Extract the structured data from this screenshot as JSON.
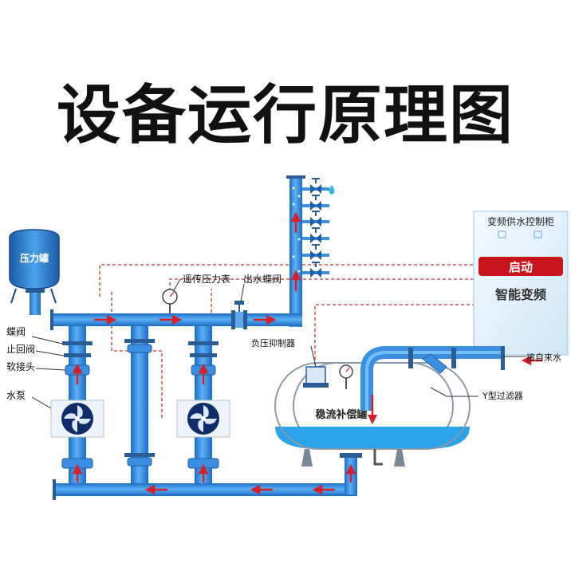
{
  "title": "设备运行原理图",
  "labels": {
    "pressure_tank": "压力罐",
    "remote_gauge": "遥传压力表",
    "outlet_valve": "出水蝶阀",
    "butterfly_valve": "蝶阀",
    "check_valve": "止回阀",
    "soft_joint": "软接头",
    "pump": "水泵",
    "negative_suppressor": "负压抑制器",
    "buffer_tank": "稳流补偿罐",
    "y_filter": "Y型过滤器",
    "inlet": "接自来水"
  },
  "cabinet": {
    "title": "变频供水控制柜",
    "start_button": "启动",
    "subtitle": "智能变频"
  },
  "colors": {
    "pipe": "#3a8fe0",
    "pipe_dark": "#1f5fa8",
    "flange": "#2a5c95",
    "arrow": "#d4202a",
    "dashed": "#c0392b",
    "cabinet_bg": "#dff0fb",
    "button": "#c8141c",
    "water": "#2aa3ea"
  },
  "icons": [
    "up-arrow-icon",
    "right-arrow-icon",
    "left-arrow-icon",
    "down-arrow-icon",
    "fan-icon",
    "gauge-icon",
    "water-drop-icon"
  ]
}
